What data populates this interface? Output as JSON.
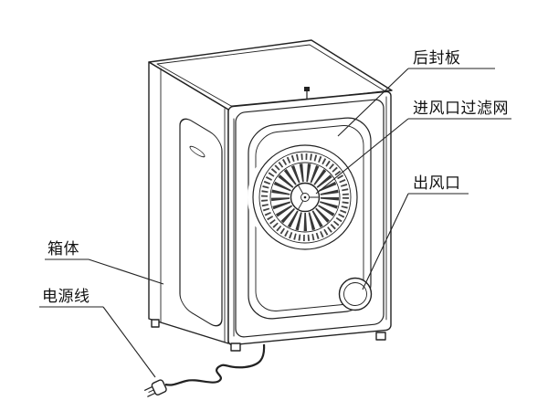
{
  "colors": {
    "line": "#222222",
    "background": "#ffffff"
  },
  "labels": {
    "rear_panel": "后封板",
    "inlet_filter": "进风口过滤网",
    "air_outlet": "出风口",
    "cabinet": "箱体",
    "power_cord": "电源线"
  }
}
